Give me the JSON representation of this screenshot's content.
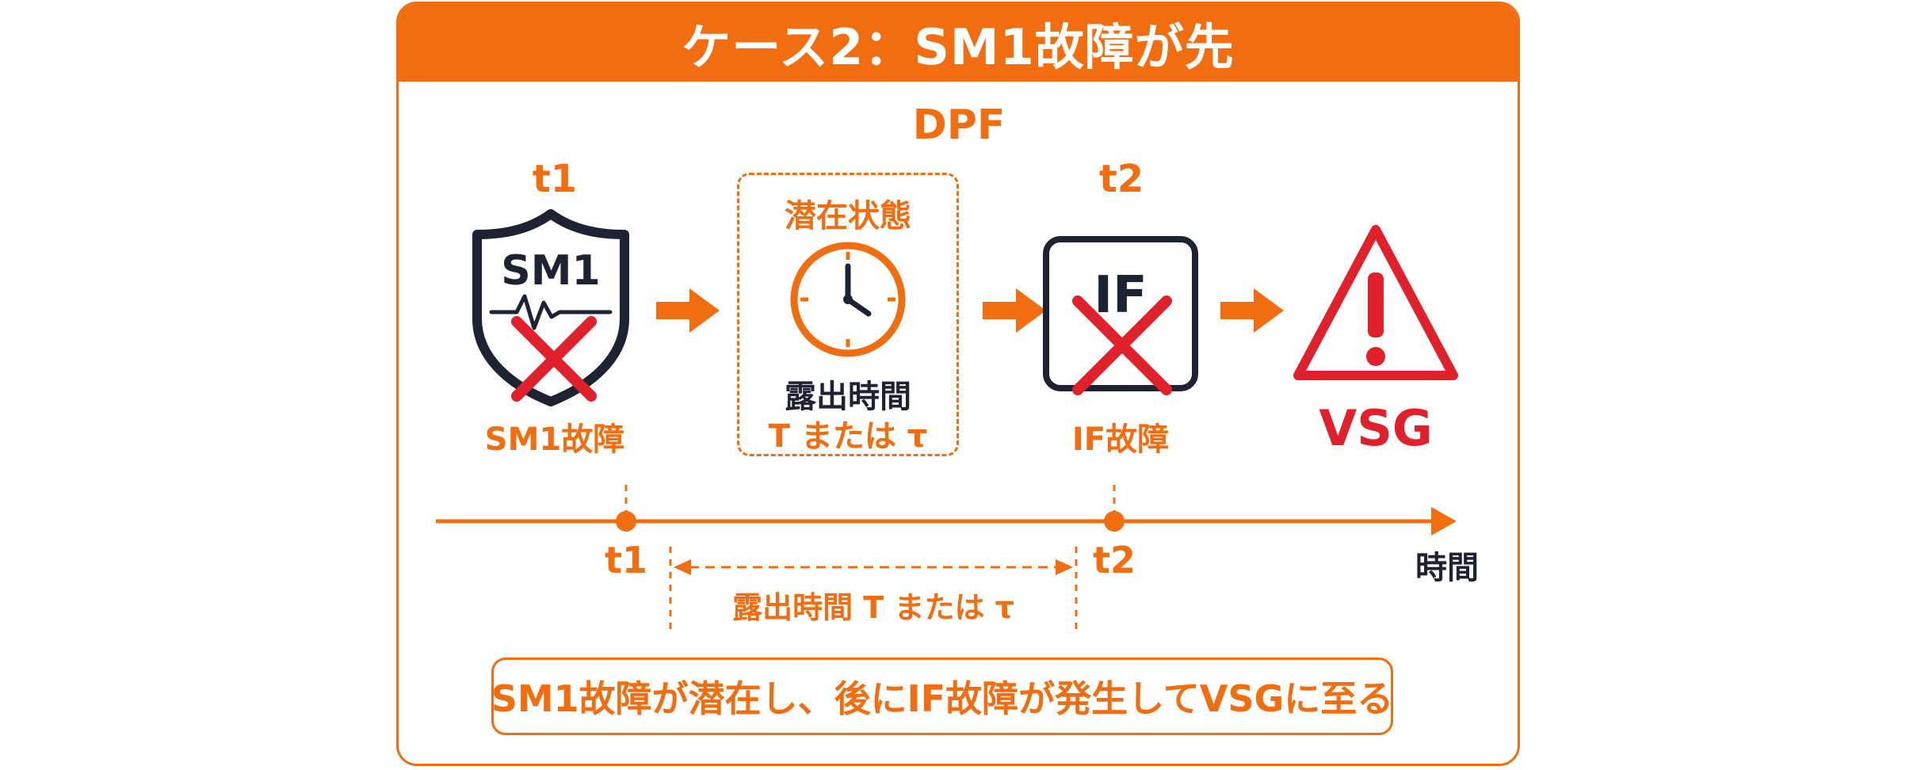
{
  "title": "ケース2：SM1故障が先",
  "dpf_label": "DPF",
  "sm1": {
    "time_label": "t1",
    "shield_text": "SM1",
    "caption": "SM1故障"
  },
  "latent": {
    "heading": "潜在状態",
    "exposure_text": "露出時間",
    "exposure_symbol": "T または τ"
  },
  "if_fault": {
    "time_label": "t2",
    "box_text": "IF",
    "caption": "IF故障"
  },
  "vsg": {
    "caption": "VSG"
  },
  "timeline": {
    "t1_label": "t1",
    "t2_label": "t2",
    "axis_label": "時間",
    "interval_label": "露出時間 T または τ"
  },
  "summary": "SM1故障が潜在し、後にIF故障が発生してVSGに至る",
  "colors": {
    "accent": "#f26d0f",
    "dark": "#1d2333",
    "danger": "#e0202a"
  },
  "icons": [
    "shield-icon",
    "clock-icon",
    "fault-x-icon",
    "warning-triangle-icon",
    "arrow-right-icon"
  ]
}
